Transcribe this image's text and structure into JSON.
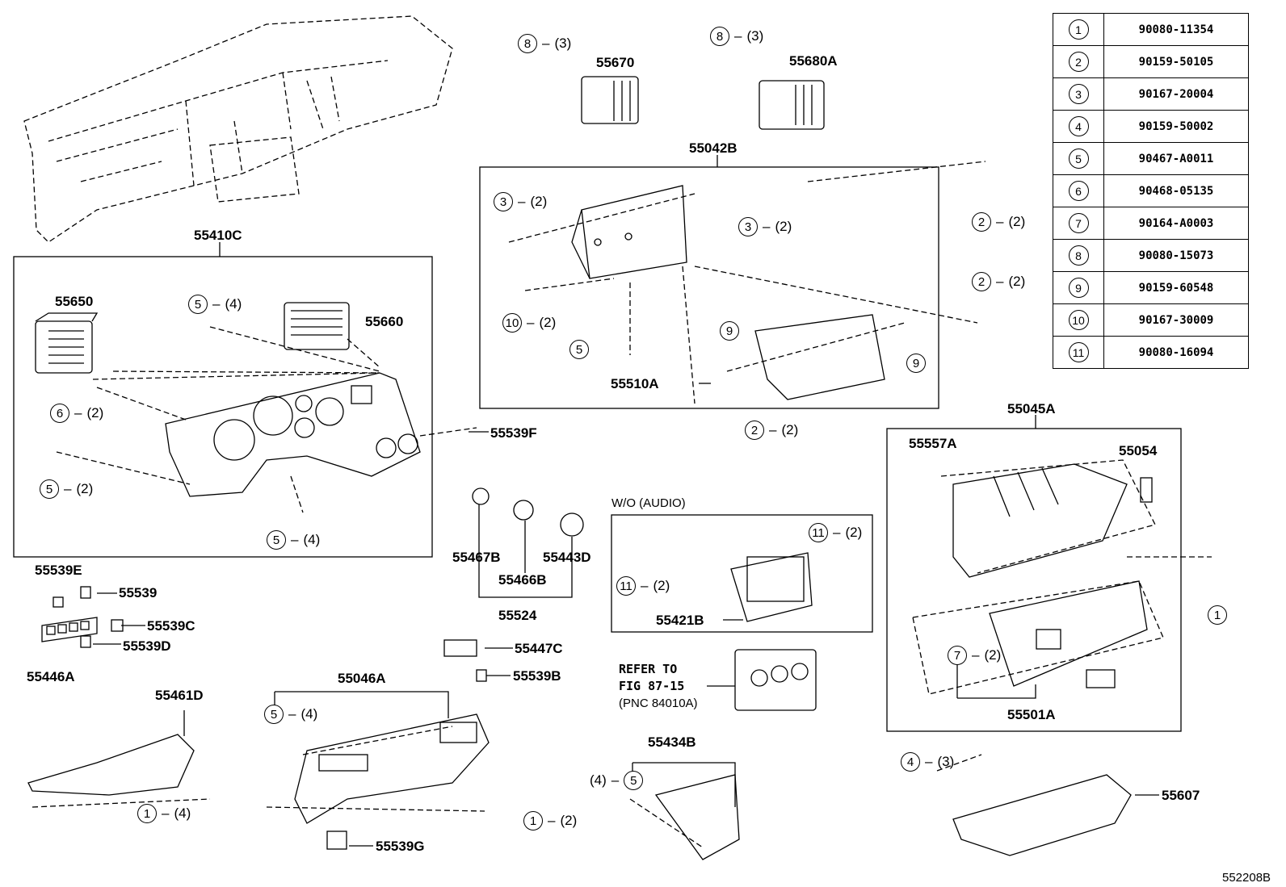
{
  "parts_table": [
    {
      "ref": "1",
      "part": "90080-11354"
    },
    {
      "ref": "2",
      "part": "90159-50105"
    },
    {
      "ref": "3",
      "part": "90167-20004"
    },
    {
      "ref": "4",
      "part": "90159-50002"
    },
    {
      "ref": "5",
      "part": "90467-A0011"
    },
    {
      "ref": "6",
      "part": "90468-05135"
    },
    {
      "ref": "7",
      "part": "90164-A0003"
    },
    {
      "ref": "8",
      "part": "90080-15073"
    },
    {
      "ref": "9",
      "part": "90159-60548"
    },
    {
      "ref": "10",
      "part": "90167-30009"
    },
    {
      "ref": "11",
      "part": "90080-16094"
    }
  ],
  "labels": {
    "p55410C": "55410C",
    "p55650": "55650",
    "p55660": "55660",
    "p55670": "55670",
    "p55680A": "55680A",
    "p55042B": "55042B",
    "p55510A": "55510A",
    "p55539F": "55539F",
    "p55045A": "55045A",
    "p55557A": "55557A",
    "p55054": "55054",
    "wo_audio": "W/O (AUDIO)",
    "p55421B": "55421B",
    "p55467B": "55467B",
    "p55443D": "55443D",
    "p55466B": "55466B",
    "p55524": "55524",
    "p55539E": "55539E",
    "p55539": "55539",
    "p55539C": "55539C",
    "p55539D": "55539D",
    "p55446A": "55446A",
    "p55447C": "55447C",
    "p55539B": "55539B",
    "refer1": "REFER TO",
    "refer2": "FIG 87-15",
    "refer3": "(PNC 84010A)",
    "p55501A": "55501A",
    "p55461D": "55461D",
    "p55046A": "55046A",
    "p55539G": "55539G",
    "p55434B": "55434B",
    "p55607": "55607",
    "fig_id": "552208B"
  },
  "callouts": {
    "c8a": {
      "ref": "8",
      "qty": "(3)"
    },
    "c8b": {
      "ref": "8",
      "qty": "(3)"
    },
    "c3a": {
      "ref": "3",
      "qty": "(2)"
    },
    "c3b": {
      "ref": "3",
      "qty": "(2)"
    },
    "c2a": {
      "ref": "2",
      "qty": "(2)"
    },
    "c2b": {
      "ref": "2",
      "qty": "(2)"
    },
    "c2c": {
      "ref": "2",
      "qty": "(2)"
    },
    "c10": {
      "ref": "10",
      "qty": "(2)"
    },
    "c5a": {
      "ref": "5",
      "qty": ""
    },
    "c9a": {
      "ref": "9",
      "qty": ""
    },
    "c9b": {
      "ref": "9",
      "qty": ""
    },
    "c5b": {
      "ref": "5",
      "qty": "(4)"
    },
    "c6": {
      "ref": "6",
      "qty": "(2)"
    },
    "c5c": {
      "ref": "5",
      "qty": "(2)"
    },
    "c5d": {
      "ref": "5",
      "qty": "(4)"
    },
    "c11a": {
      "ref": "11",
      "qty": "(2)"
    },
    "c11b": {
      "ref": "11",
      "qty": "(2)"
    },
    "c1a": {
      "ref": "1",
      "qty": ""
    },
    "c7": {
      "ref": "7",
      "qty": "(2)"
    },
    "c4": {
      "ref": "4",
      "qty": "(3)"
    },
    "c1b": {
      "ref": "1",
      "qty": "(4)"
    },
    "c5e": {
      "ref": "5",
      "qty": "(4)"
    },
    "c1c": {
      "ref": "1",
      "qty": "(2)"
    },
    "c45": {
      "ref": "5",
      "pre": "(4)"
    }
  }
}
